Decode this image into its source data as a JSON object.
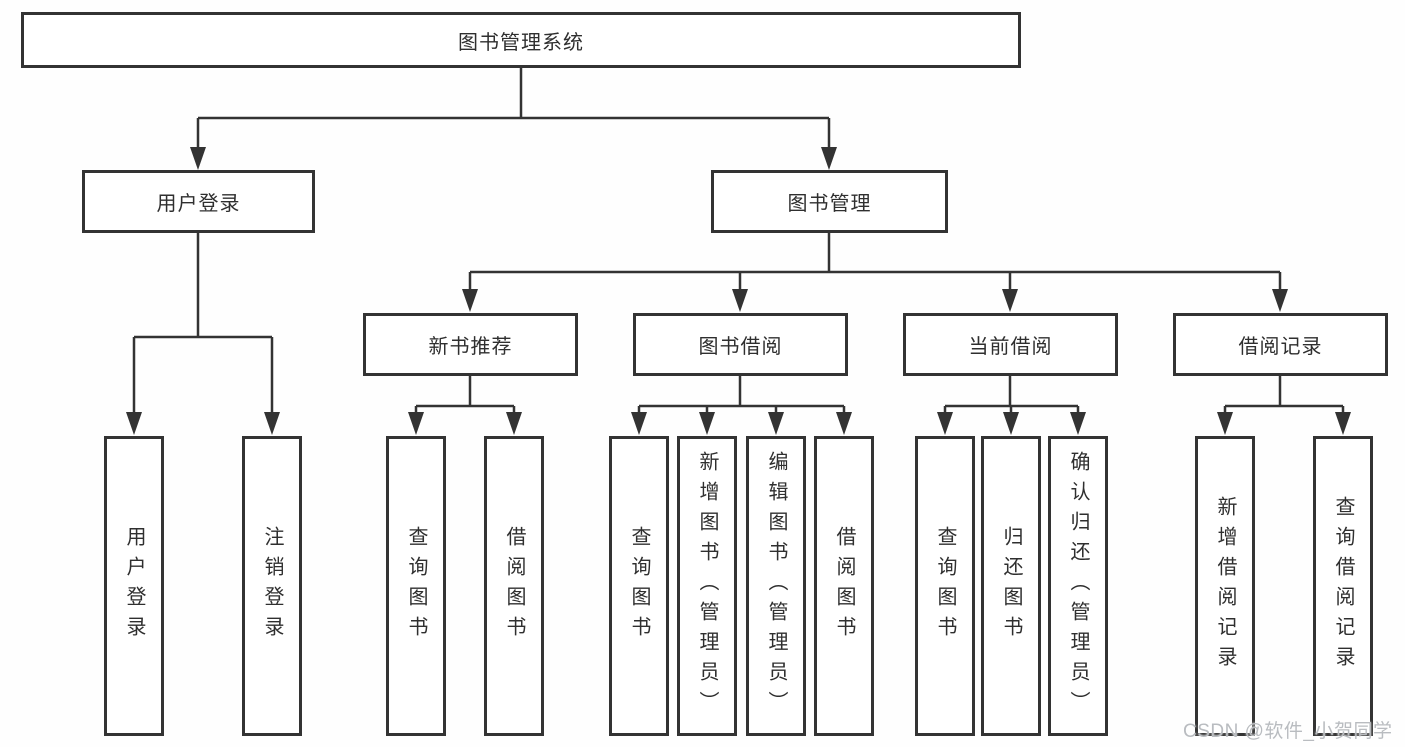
{
  "diagram": {
    "title": "图书管理系统",
    "branches": [
      {
        "label": "用户登录",
        "children": [
          {
            "label": "用户登录"
          },
          {
            "label": "注销登录"
          }
        ]
      },
      {
        "label": "图书管理",
        "children": [
          {
            "label": "新书推荐",
            "children": [
              {
                "label": "查询图书"
              },
              {
                "label": "借阅图书"
              }
            ]
          },
          {
            "label": "图书借阅",
            "children": [
              {
                "label": "查询图书"
              },
              {
                "label": "新增图书（管理员）"
              },
              {
                "label": "编辑图书（管理员）"
              },
              {
                "label": "借阅图书"
              }
            ]
          },
          {
            "label": "当前借阅",
            "children": [
              {
                "label": "查询图书"
              },
              {
                "label": "归还图书"
              },
              {
                "label": "确认归还（管理员）"
              }
            ]
          },
          {
            "label": "借阅记录",
            "children": [
              {
                "label": "新增借阅记录"
              },
              {
                "label": "查询借阅记录"
              }
            ]
          }
        ]
      }
    ]
  },
  "watermark": "CSDN @软件_小贺同学",
  "colors": {
    "line": "#333333",
    "box_border": "#333333",
    "text": "#2f2f2f",
    "watermark": "#b9bcc0",
    "background": "#ffffff"
  }
}
